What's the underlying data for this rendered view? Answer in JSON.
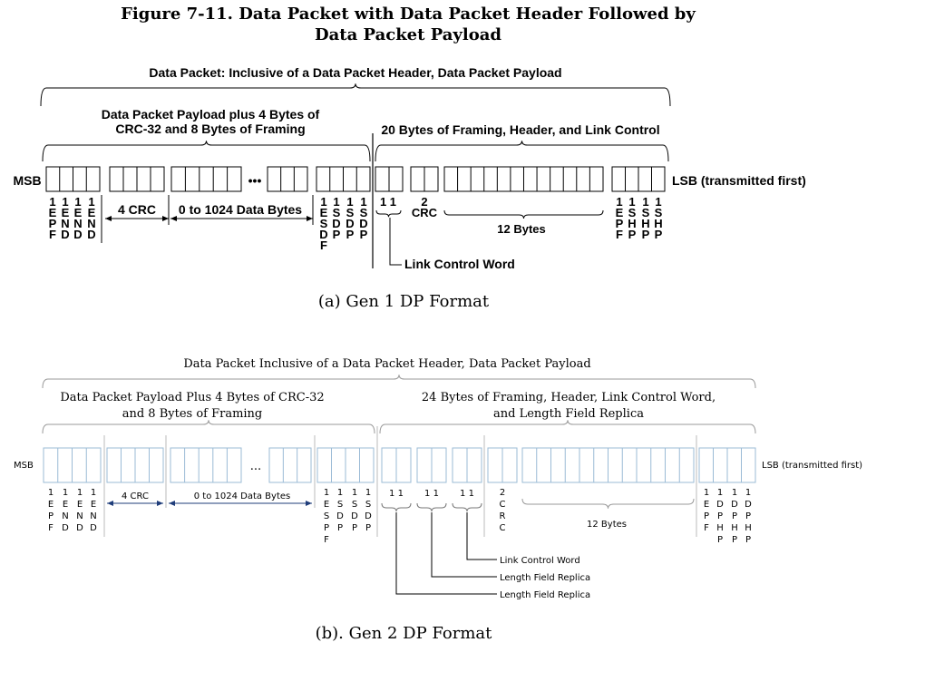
{
  "figure": {
    "title_line1": "Figure 7-11.  Data Packet with Data Packet Header Followed by",
    "title_line2": "Data Packet Payload"
  },
  "gen1": {
    "caption": "(a)  Gen 1 DP Format",
    "top_brace": "Data Packet:  Inclusive of a Data Packet Header, Data Packet Payload",
    "payload_brace_l1": "Data Packet Payload plus 4 Bytes of",
    "payload_brace_l2": "CRC-32 and 8 Bytes of Framing",
    "framing_brace": "20 Bytes of Framing, Header, and Link Control",
    "msb": "MSB",
    "lsb": "LSB (transmitted first)",
    "ellipsis": "•••",
    "crc_label": "4 CRC",
    "data_label": "0 to 1024 Data Bytes",
    "twelve_bytes": "12 Bytes",
    "link_control": "Link Control Word",
    "crc2_label": "2 CRC",
    "lcw_digits": "1 1",
    "groups": {
      "epf_end": [
        "1 E P F",
        "1 E N D",
        "1 E N D",
        "1 E N D"
      ],
      "edpf_sdp": [
        "1 E S D F",
        "1 S D P",
        "1 S D P",
        "1 S D P"
      ],
      "epf_shp": [
        "1 E P F",
        "1 S H P",
        "1 S H P",
        "1 S H P"
      ]
    }
  },
  "gen2": {
    "caption": "(b). Gen 2 DP Format",
    "top_brace": "Data Packet Inclusive of a Data Packet Header, Data Packet Payload",
    "payload_brace_l1": "Data Packet Payload Plus 4 Bytes of CRC-32",
    "payload_brace_l2": "and 8 Bytes of Framing",
    "framing_brace_l1": "24 Bytes of Framing, Header, Link Control Word,",
    "framing_brace_l2": "and Length Field Replica",
    "msb": "MSB",
    "lsb": "LSB (transmitted first)",
    "ellipsis": "...",
    "crc_label": "4 CRC",
    "data_label": "0 to 1024 Data Bytes",
    "twelve_bytes": "12 Bytes",
    "crc2_label": "2 C R C",
    "callouts": [
      "Link Control Word",
      "Length Field Replica",
      "Length Field Replica"
    ],
    "pair_digits": [
      "1 1",
      "1 1",
      "1 1"
    ],
    "groups": {
      "epf_end": [
        "1 E P F",
        "1 E N D",
        "1 E N D",
        "1 E N D"
      ],
      "edpf_sdp": [
        "1 E S P F",
        "1 S D P",
        "1 S D P",
        "1 S D P"
      ],
      "epf_dph": [
        "1 E P F",
        "1 D P H P",
        "1 D P H P",
        "1 D P H P"
      ]
    }
  }
}
